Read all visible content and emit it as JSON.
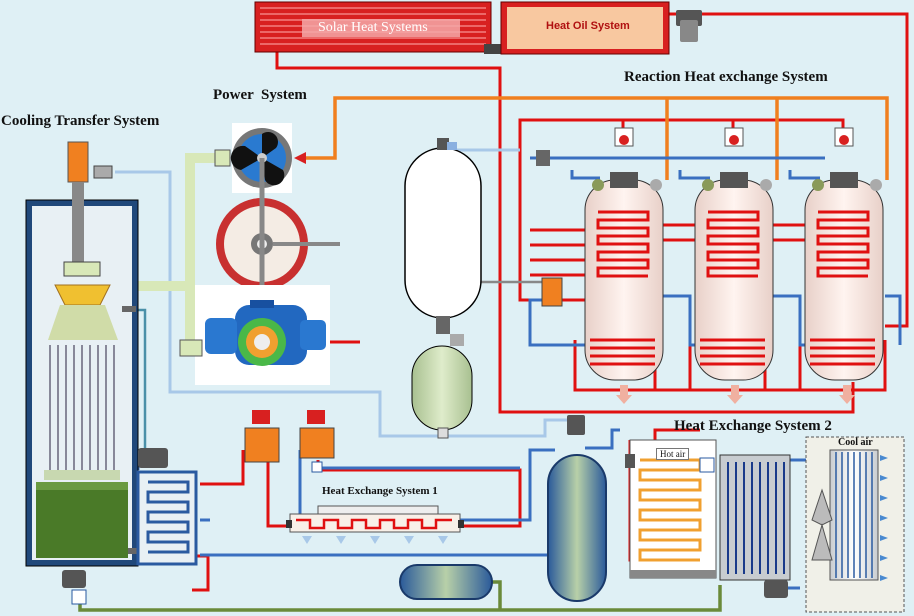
{
  "labels": {
    "solar": "Solar Heat Systems",
    "heat_oil": "Heat Oil System",
    "reaction": "Reaction Heat exchange System",
    "power": "Power  System",
    "cooling": "Cooling Transfer System",
    "hx1": "Heat Exchange System 1",
    "hx2": "Heat Exchange System 2",
    "hot_air": "Hot air",
    "cool_air": "Cool air"
  },
  "colors": {
    "background": "#dff0f5",
    "red_line": "#e01010",
    "orange_line": "#f07f1e",
    "blue_line": "#3a6fc0",
    "light_blue_line": "#a8c8e8",
    "green_line": "#6a8a3a",
    "tank_fill": "#c8dca8",
    "vessel_fill": "#f8e8e0"
  }
}
